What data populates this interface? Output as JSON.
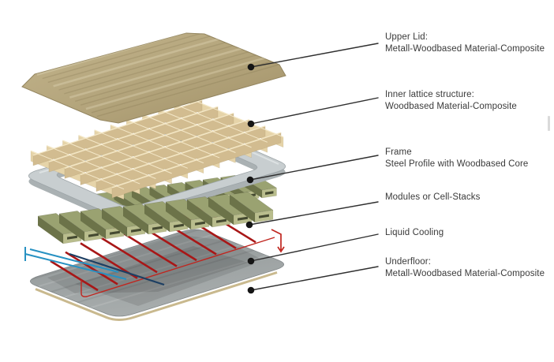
{
  "figure": {
    "type": "exploded-view-diagram",
    "subject": "Battery housing with wood-based material composites"
  },
  "labels": [
    {
      "id": "upper-lid",
      "line1": "Upper Lid:",
      "line2": "Metall-Woodbased Material-Composite"
    },
    {
      "id": "lattice",
      "line1": "Inner lattice structure:",
      "line2": "Woodbased Material-Composite"
    },
    {
      "id": "frame",
      "line1": "Frame",
      "line2": "Steel Profile with Woodbased Core"
    },
    {
      "id": "modules",
      "line1": "Modules or Cell-Stacks",
      "line2": ""
    },
    {
      "id": "cooling",
      "line1": "Liquid Cooling",
      "line2": ""
    },
    {
      "id": "underfloor",
      "line1": "Underfloor:",
      "line2": "Metall-Woodbased Material-Composite"
    }
  ],
  "colors": {
    "background": "#ffffff",
    "label_text": "#3a3a3a",
    "leader": "#2f2f2f",
    "dot": "#151515",
    "lid_base": "#b3a47b",
    "lid_dark": "#a08f66",
    "lid_light": "#c3b48c",
    "lid_edge": "#93855f",
    "lattice_cross": "#e6d4a9",
    "lattice_long": "#d2bc90",
    "lattice_top": "#f4e8c8",
    "frame_fill": "#c8ced0",
    "frame_shadow": "#aab1b3",
    "frame_inner": "#9da5a8",
    "frame_hi": "#dde2e3",
    "module_top": "#9aa271",
    "module_side": "#6c7349",
    "module_end": "#b9bd8d",
    "module_slot": "#454a31",
    "cool_red": "#a81717",
    "cool_red_bright": "#c0261f",
    "cool_blue": "#2791c2",
    "cool_navy": "#1d3f63",
    "floor_dark": "#8e9495",
    "floor_light": "#a8adad",
    "floor_edge": "#c9b98e"
  }
}
